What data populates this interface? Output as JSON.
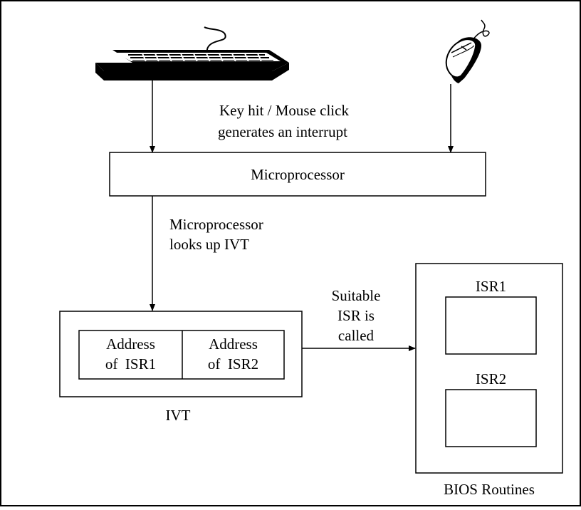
{
  "labels": {
    "interrupt_line1": "Key hit / Mouse click",
    "interrupt_line2": "generates an interrupt",
    "microprocessor": "Microprocessor",
    "lookup_line1": "Microprocessor",
    "lookup_line2": "looks up IVT",
    "ivt_cell1_line1": "Address",
    "ivt_cell1_line2": "of  ISR1",
    "ivt_cell2_line1": "Address",
    "ivt_cell2_line2": "of  ISR2",
    "ivt": "IVT",
    "called_line1": "Suitable",
    "called_line2": "ISR is",
    "called_line3": "called",
    "isr1": "ISR1",
    "isr2": "ISR2",
    "bios": "BIOS Routines"
  },
  "icons": {
    "keyboard": "keyboard-icon",
    "mouse": "mouse-icon"
  }
}
